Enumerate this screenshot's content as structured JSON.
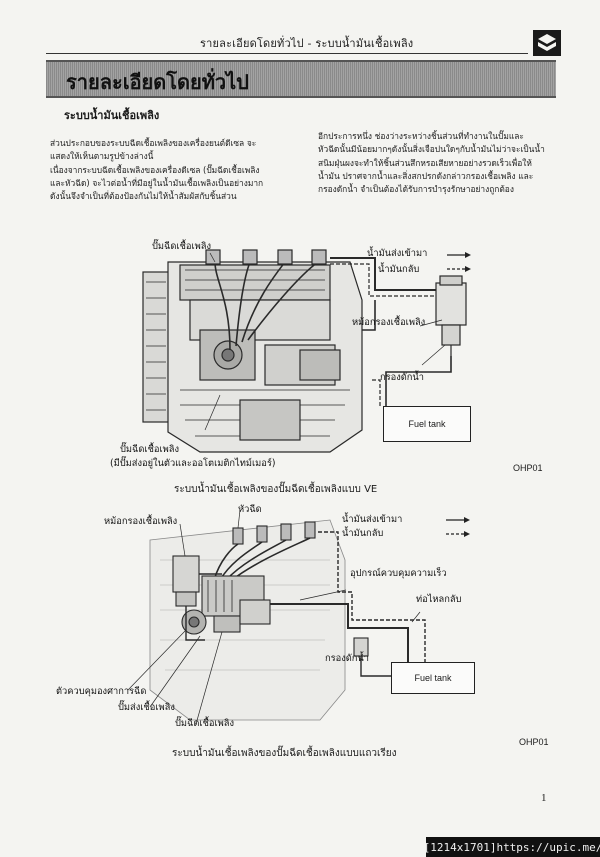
{
  "header": {
    "running_title": "รายละเอียดโดยทั่วไป - ระบบน้ำมันเชื้อเพลิง",
    "banner_title": "รายละเอียดโดยทั่วไป"
  },
  "section": {
    "title": "ระบบน้ำมันเชื้อเพลิง"
  },
  "body": {
    "left_lines": [
      "ส่วนประกอบของระบบฉีดเชื้อเพลิงของเครื่องยนต์ดีเซล จะ",
      "แสดงให้เห็นตามรูปข้างล่างนี้",
      "เนื่องจากระบบฉีดเชื้อเพลิงของเครื่องดีเซล (ปั๊มฉีดเชื้อเพลิง",
      "และหัวฉีด) จะไวต่อน้ำที่มีอยู่ในน้ำมันเชื้อเพลิงเป็นอย่างมาก",
      "ดังนั้นจึงจำเป็นที่ต้องป้องกันไม่ให้น้ำสัมผัสกับชิ้นส่วน"
    ],
    "right_lines": [
      "อีกประการหนึ่ง ช่องว่างระหว่างชิ้นส่วนที่ทำงานในปั๊มและ",
      "หัวฉีดนั้นมีน้อยมากๆดังนั้นสิ่งเจือปนใดๆกับน้ำมันไม่ว่าจะเป็นน้ำ",
      "สนิมฝุ่นผงจะทำให้ชิ้นส่วนสึกหรอเสียหายอย่างรวดเร็วเพื่อให้",
      "น้ำมัน ปราศจากน้ำและสิ่งสกปรกดังกล่าวกรองเชื้อเพลิง และ",
      "กรองดักน้ำ จำเป็นต้องได้รับการบำรุงรักษาอย่างถูกต้อง"
    ]
  },
  "diagram1": {
    "label_injection_pump_top": "ปั๊มฉีดเชื้อเพลิง",
    "legend_supply": "น้ำมันส่งเข้ามา",
    "legend_return": "น้ำมันกลับ",
    "label_fuel_filter": "หม้อกรองเชื้อเพลิง",
    "label_water_trap": "กรองดักน้ำ",
    "tank_label": "Fuel tank",
    "label_pump_bottom_1": "ปั๊มฉีดเชื้อเพลิง",
    "label_pump_bottom_2": "(มีปั๊มส่งอยู่ในตัวและออโตเมติกไทม์เมอร์)",
    "code": "OHP01",
    "caption": "ระบบน้ำมันเชื้อเพลิงของปั๊มฉีดเชื้อเพลิงแบบ VE"
  },
  "diagram2": {
    "label_fuel_filter": "หม้อกรองเชื้อเพลิง",
    "label_nozzle": "หัวฉีด",
    "legend_supply": "น้ำมันส่งเข้ามา",
    "legend_return": "น้ำมันกลับ",
    "label_governor": "อุปกรณ์ควบคุมความเร็ว",
    "label_overflow": "ท่อไหลกลับ",
    "label_water_trap": "กรองดักน้ำ",
    "tank_label": "Fuel tank",
    "label_timer": "ตัวควบคุมองศาการฉีด",
    "label_feed_pump": "ปั๊มส่งเชื้อเพลิง",
    "label_injection_pump": "ปั๊มฉีดเชื้อเพลิง",
    "code": "OHP01",
    "caption": "ระบบน้ำมันเชื้อเพลิงของปั๊มฉีดเชื้อเพลิงแบบแถวเรียง"
  },
  "page_number": "1",
  "footer": "[1214x1701]https://upic.me/"
}
